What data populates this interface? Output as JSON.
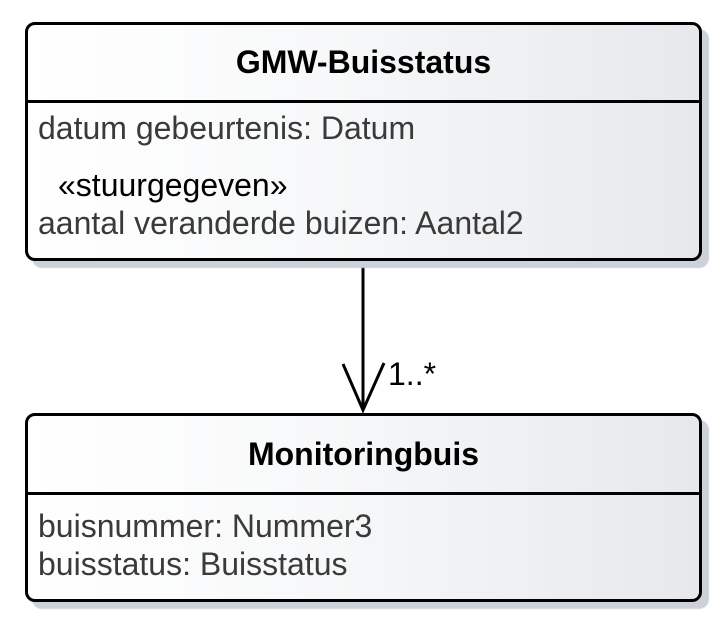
{
  "diagram": {
    "type": "uml-class-diagram",
    "classes": [
      {
        "name": "GMW-Buisstatus",
        "attributes": [
          "datum gebeurtenis: Datum"
        ],
        "stereotype": "«stuurgegeven»",
        "stereotyped_attribute": "aantal veranderde buizen: Aantal2"
      },
      {
        "name": "Monitoringbuis",
        "attributes": [
          "buisnummer: Nummer3",
          "buisstatus: Buisstatus"
        ]
      }
    ],
    "association": {
      "from": "GMW-Buisstatus",
      "to": "Monitoringbuis",
      "multiplicity_label": "1..*",
      "arrow_style": "open-v-arrowhead"
    },
    "colors": {
      "border": "#000000",
      "fill_gradient_left": "#ffffff",
      "fill_gradient_right": "#e6e8eb",
      "shadow": "#ccd1da",
      "title_text": "#000000",
      "attribute_text": "#3a3a3a",
      "stereotype_text": "#000000"
    }
  }
}
